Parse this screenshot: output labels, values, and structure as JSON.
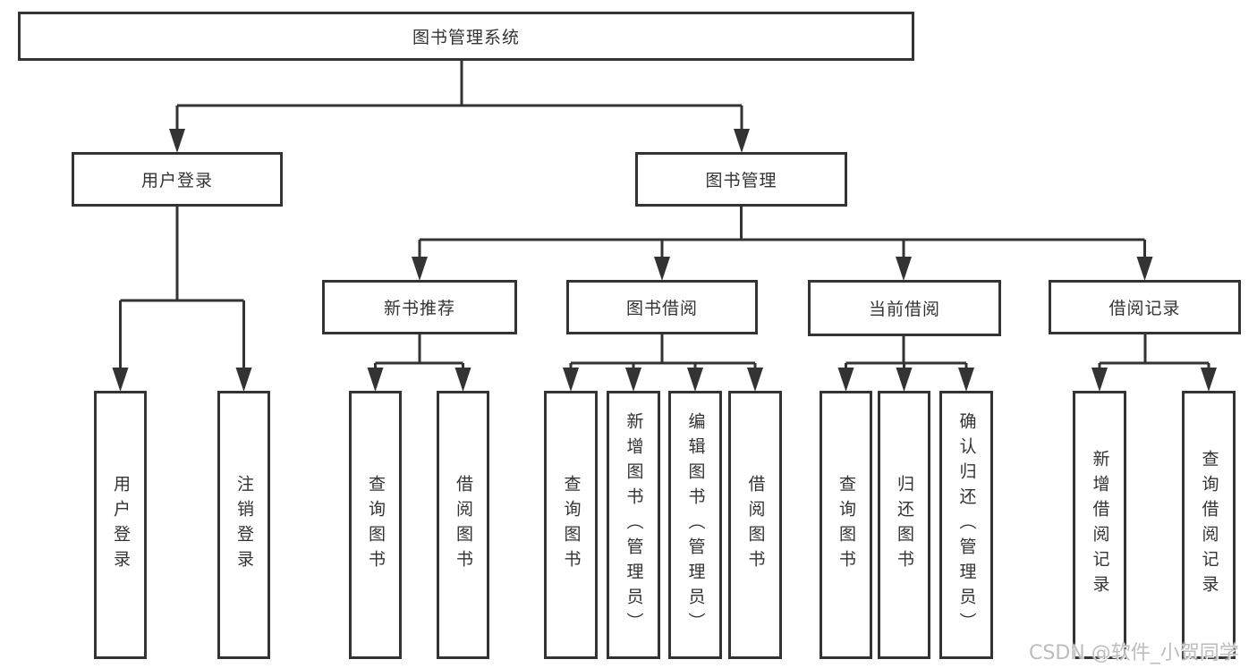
{
  "diagram": {
    "root": {
      "label": "图书管理系统"
    },
    "user_login": {
      "label": "用户登录",
      "children": [
        "用户登录",
        "注销登录"
      ]
    },
    "book_management": {
      "label": "图书管理",
      "sections": [
        {
          "label": "新书推荐",
          "children": [
            "查询图书",
            "借阅图书"
          ]
        },
        {
          "label": "图书借阅",
          "children": [
            "查询图书",
            "新增图书（管理员）",
            "编辑图书（管理员）",
            "借阅图书"
          ]
        },
        {
          "label": "当前借阅",
          "children": [
            "查询图书",
            "归还图书",
            "确认归还（管理员）"
          ]
        },
        {
          "label": "借阅记录",
          "children": [
            "新增借阅记录",
            "查询借阅记录"
          ]
        }
      ]
    }
  },
  "watermark": {
    "text": "CSDN @软件_小贺同学"
  },
  "colors": {
    "line": "#333333",
    "box_border": "#333333",
    "text": "#333333",
    "watermark": "#bdbdbd",
    "background": "#ffffff"
  }
}
